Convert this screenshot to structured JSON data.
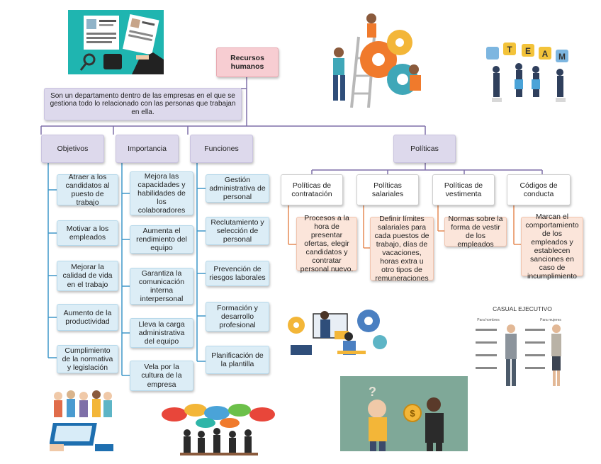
{
  "root": {
    "label": "Recursos humanos"
  },
  "description": "Son un departamento dentro de las empresas en el que se gestiona todo lo relacionado con las personas que trabajan en ella.",
  "categories": {
    "objetivos": {
      "label": "Objetivos",
      "items": [
        "Atraer a los candidatos al puesto de trabajo",
        "Motivar a los empleados",
        "Mejorar la calidad de vida en el trabajo",
        "Aumento de la productividad",
        "Cumplimiento de la normativa y legislación"
      ]
    },
    "importancia": {
      "label": "Importancia",
      "items": [
        "Mejora las capacidades y habilidades de los colaboradores",
        "Aumenta el rendimiento del equipo",
        "Garantiza la comunicación interna interpersonal",
        "Lleva la carga administrativa del equipo",
        "Vela por la cultura de la empresa"
      ]
    },
    "funciones": {
      "label": "Funciones",
      "items": [
        "Gestión administrativa de personal",
        "Reclutamiento y selección de personal",
        "Prevención de riesgos laborales",
        "Formación y desarrollo profesional",
        "Planificación de la plantilla"
      ]
    },
    "politicas": {
      "label": "Políticas",
      "subs": [
        {
          "label": "Políticas de contratación",
          "detail": "Procesos a la hora de presentar ofertas, elegir candidatos y contratar personal nuevo."
        },
        {
          "label": "Políticas salariales",
          "detail": "Definir límites salariales para cada puestos de trabajo, días de vacaciones, horas extra u otro tipos de remuneraciones"
        },
        {
          "label": "Políticas de vestimenta",
          "detail": "Normas sobre la forma de vestir de los empleados"
        },
        {
          "label": "Códigos de conducta",
          "detail": "Marcan el comportamiento de los empleados y establecen sanciones en caso de incumplimiento"
        }
      ]
    }
  },
  "images": {
    "team_banner": "TEAM",
    "dress_code": {
      "title": "CASUAL EJECUTIVO",
      "left": "Para hombres",
      "right": "Para mujeres"
    }
  },
  "colors": {
    "root": "#f7cdd2",
    "category": "#ddd9ec",
    "item": "#dcedf6",
    "leaf": "#fbe5da",
    "line_purple": "#7e6fa8",
    "line_blue": "#3f97c9",
    "line_orange": "#e58a55"
  }
}
